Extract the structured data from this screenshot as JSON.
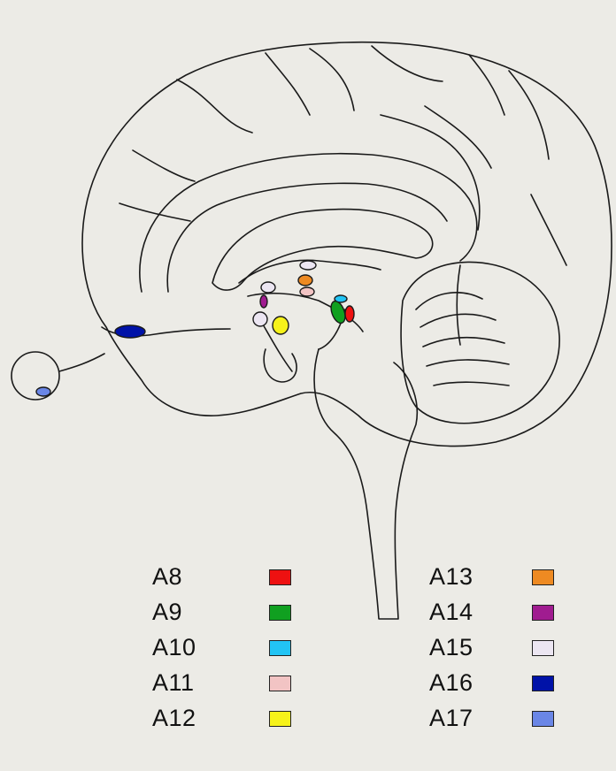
{
  "legend_left": [
    {
      "label": "A8",
      "color": "#ee1111"
    },
    {
      "label": "A9",
      "color": "#10a020"
    },
    {
      "label": "A10",
      "color": "#22c4f4"
    },
    {
      "label": "A11",
      "color": "#f2c4c4"
    },
    {
      "label": "A12",
      "color": "#f6f21a"
    }
  ],
  "legend_right": [
    {
      "label": "A13",
      "color": "#ee8a22"
    },
    {
      "label": "A14",
      "color": "#a01c90"
    },
    {
      "label": "A15",
      "color": "#ece6f2"
    },
    {
      "label": "A16",
      "color": "#0012a8"
    },
    {
      "label": "A17",
      "color": "#6a86e6"
    }
  ]
}
